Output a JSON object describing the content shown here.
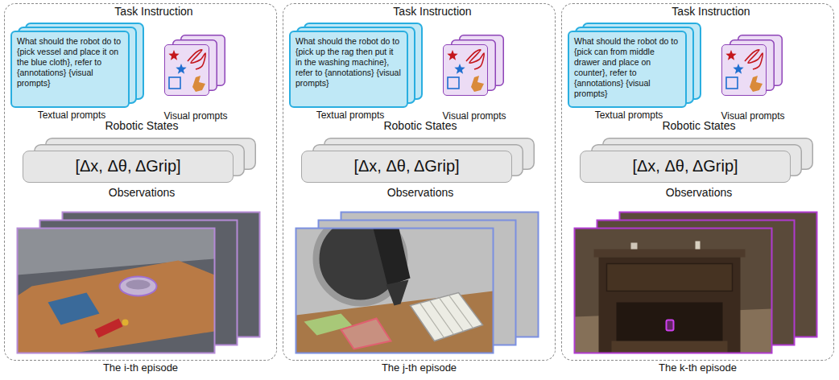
{
  "diagram": {
    "nodes": [
      {
        "text": [
          "Task Instruction",
          "Robotic States",
          "Observations",
          "The i-th episode"
        ]
      },
      {
        "text": [
          "What should the robot do to {pick vessel and place it on the blue cloth}, refer to {annotations} {visual prompts}",
          "Textual prompts"
        ],
        "in": 0
      },
      {
        "text": [
          "Visual prompts"
        ],
        "in": 0
      },
      {
        "text": [
          "[Δx, Δθ, ΔGrip]"
        ],
        "in": 0
      },
      {
        "text": [
          "Task Instruction",
          "Robotic States",
          "Observations",
          "The j-th episode"
        ]
      },
      {
        "text": [
          "What should the robot do to {pick up the rag then put it in the washing machine}, refer to {annotations} {visual prompts}",
          "Textual prompts"
        ],
        "in": 4
      },
      {
        "text": [
          "Visual prompts"
        ],
        "in": 4
      },
      {
        "text": [
          "[Δx, Δθ, ΔGrip]"
        ],
        "in": 4
      },
      {
        "text": [
          "Task Instruction",
          "Robotic States",
          "Observations",
          "The k-th episode"
        ]
      },
      {
        "text": [
          "What should the robot do to {pick can from middle drawer and place on counter}, refer to {annotations} {visual prompts}",
          "Textual prompts"
        ],
        "in": 8
      },
      {
        "text": [
          "Visual prompts"
        ],
        "in": 8
      },
      {
        "text": [
          "[Δx, Δθ, ΔGrip]"
        ],
        "in": 8
      }
    ]
  }
}
